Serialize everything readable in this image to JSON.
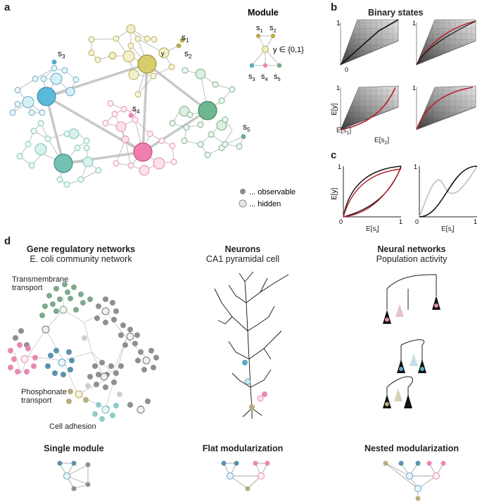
{
  "panels": {
    "a": "a",
    "b": "b",
    "c": "c",
    "d": "d"
  },
  "module_legend": {
    "title": "Module",
    "s1": "s",
    "s2": "s",
    "s3": "s",
    "s4": "s",
    "s5": "s",
    "sub1": "1",
    "sub2": "2",
    "sub3": "3",
    "sub4": "4",
    "sub5": "5",
    "y": "y",
    "yset": "y ∈ {0,1}"
  },
  "network_labels": {
    "s1": "s",
    "s1sub": "1",
    "s2": "s",
    "s2sub": "2",
    "s3": "s",
    "s3sub": "3",
    "s4": "s",
    "s4sub": "4",
    "s5": "s",
    "s5sub": "5",
    "y": "y"
  },
  "legend": {
    "observable": "... observable",
    "hidden": "... hidden"
  },
  "binary": {
    "title": "Binary states",
    "zlabel": "E[y]",
    "xlabel": "E[s",
    "xlabel_sub": "1",
    "ylabel": "E[s",
    "ylabel_sub": "2",
    "tick1": "1",
    "tick0": "0"
  },
  "c_panel": {
    "ylabel": "E[y]",
    "xlabel": "E[s",
    "xlabel_sub": "i",
    "tick1": "1",
    "tick0": "0"
  },
  "d_panel": {
    "col1_title": "Gene regulatory networks",
    "col1_sub": "E. coli community network",
    "col2_title": "Neurons",
    "col2_sub": "CA1 pyramidal cell",
    "col3_title": "Neural networks",
    "col3_sub": "Population activity",
    "ann1a": "Transmembrane",
    "ann1b": "transport",
    "ann2a": "Phosphonate",
    "ann2b": "transport",
    "ann3": "Cell adhesion",
    "bottom1": "Single module",
    "bottom2": "Flat modularization",
    "bottom3": "Nested modularization"
  },
  "colors": {
    "blue": "#5aaac4",
    "yellow": "#c9c06a",
    "green": "#6fae85",
    "pink": "#e889b3",
    "cyan": "#8ccfc9",
    "gray": "#8c8c8c",
    "olive": "#b7ad80",
    "red": "#b7202e"
  }
}
